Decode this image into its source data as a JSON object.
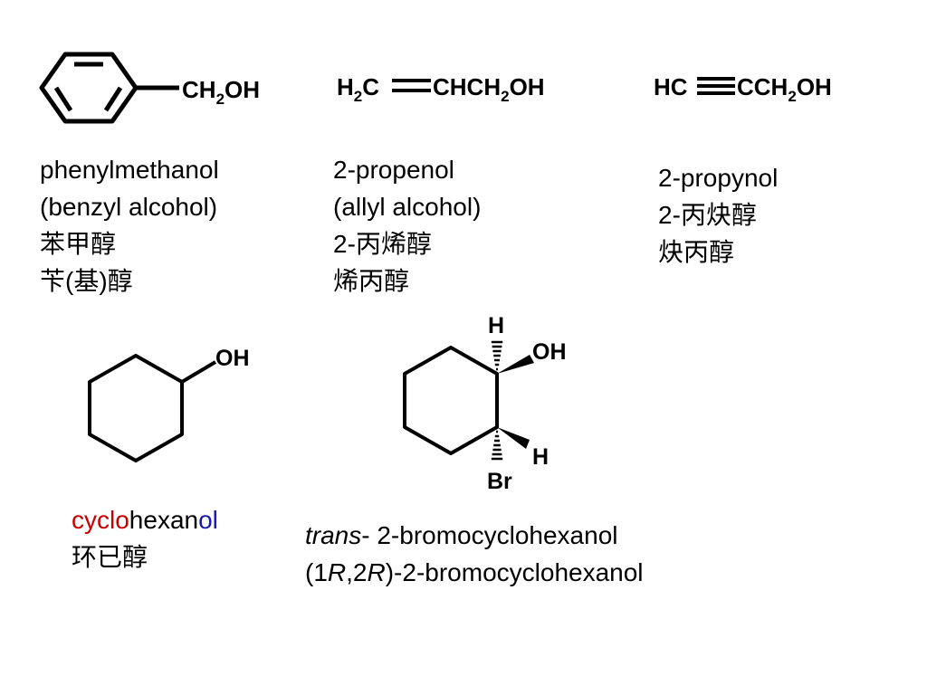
{
  "colors": {
    "ink": "#000000",
    "cyclo": "#cc0000",
    "ol": "#1a1aa8",
    "background": "#ffffff"
  },
  "benzyl": {
    "formula": {
      "main": "CH",
      "sub": "2",
      "tail": "OH"
    },
    "names": [
      "phenylmethanol",
      "(benzyl alcohol)",
      "苯甲醇",
      "苄(基)醇"
    ]
  },
  "allyl": {
    "formula": {
      "left": "H",
      "left_sub": "2",
      "left_tail": "C",
      "right": "CHCH",
      "right_sub": "2",
      "right_tail": "OH"
    },
    "names": [
      "2-propenol",
      "(allyl alcohol)",
      "2-丙烯醇",
      "烯丙醇"
    ]
  },
  "propargyl": {
    "formula": {
      "left": "HC",
      "right": "CCH",
      "right_sub": "2",
      "right_tail": "OH"
    },
    "names": [
      "2-propynol",
      "2-丙炔醇",
      "炔丙醇"
    ]
  },
  "cyclohexanol": {
    "oh_label": "OH",
    "name_parts": {
      "prefix": "cyclo",
      "middle": "hexan",
      "suffix": "ol"
    },
    "cn_name": "环已醇"
  },
  "bromocyclohexanol": {
    "atoms": {
      "top_h": "H",
      "oh": "OH",
      "bottom_h": "H",
      "br": "Br"
    },
    "name1": {
      "italic": "trans",
      "rest": "- 2-bromocyclohexanol"
    },
    "name2": {
      "open": "(1",
      "r1": "R",
      "comma": ",2",
      "r2": "R",
      "close": ")-2-bromocyclohexanol"
    }
  }
}
